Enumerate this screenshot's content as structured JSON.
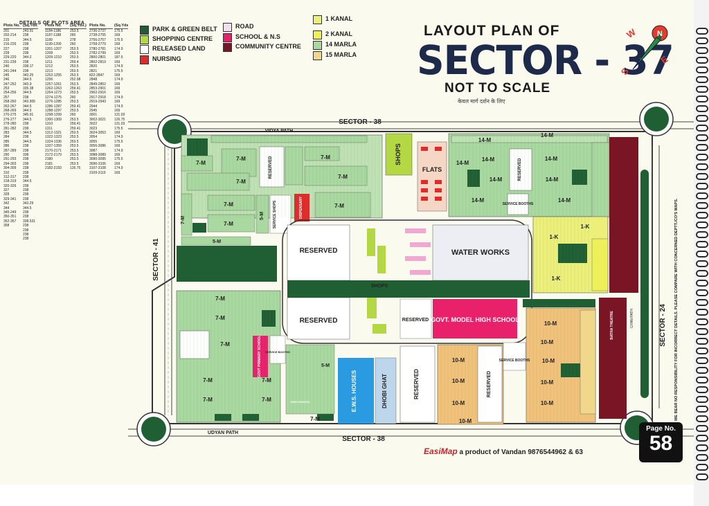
{
  "table": {
    "title": "DETAILS OF PLOTS AREA",
    "col1_header_plot": "Plots No.",
    "col1_header_area": "(Sq.Yds.)",
    "col2_header_plot": "Plots No.",
    "col2_header_area": "(Sq.Yds.)",
    "col1": [
      "201",
      "202-214",
      "215",
      "216-226",
      "227",
      "228",
      "229-220",
      "231-239",
      "240",
      "241-244",
      "245",
      "246",
      "247-252",
      "253",
      "254-256",
      "257",
      "258-260",
      "262-267",
      "268-269",
      "270-275",
      "276-277",
      "278-280",
      "281-282",
      "283",
      "284",
      "285",
      "286",
      "287-289",
      "290",
      "291-293",
      "294-303",
      "304-309",
      "310",
      "312-317",
      "318-319",
      "320-326",
      "327",
      "328",
      "329-341",
      "342",
      "344",
      "345-249",
      "350-351",
      "352-357",
      "358"
    ],
    "col1_area": [
      "243.91",
      "238",
      "344.5",
      "238",
      "238",
      "238",
      "344.2",
      "238",
      "338.17",
      "238",
      "343.25",
      "344.5",
      "343.9",
      "335.38",
      "344.5",
      "238",
      "343.905",
      "344.5",
      "344.5",
      "345.91",
      "344.5",
      "238",
      "238",
      "344.5",
      "238",
      "344.5",
      "238",
      "238",
      "338",
      "238",
      "238",
      "238",
      "238",
      "238",
      "344.5",
      "238",
      "238",
      "238",
      "238",
      "343.29",
      "344.5",
      "238",
      "238",
      "338.531",
      "238",
      "238",
      "238",
      "238"
    ],
    "col2": [
      "1184-1186",
      "1187-1188",
      "1189",
      "1199-1200",
      "1201-1207",
      "1208",
      "1209-1210",
      "1211",
      "1212",
      "1213",
      "1252-1255",
      "1256",
      "1257-1261",
      "1262-1263",
      "1264-1273",
      "1274-1275",
      "1276-1285",
      "1286-1287",
      "1288-1297",
      "1298-1299",
      "1300-1309",
      "1310",
      "1311",
      "1312-1321",
      "1322-1323",
      "1324-1336",
      "1337-1359",
      "2170-2171",
      "2172-2179",
      "2180",
      "2181",
      "2182-2193"
    ],
    "col2_area": [
      "253.5",
      "260",
      "278",
      "260",
      "253.5",
      "253.5",
      "253.5",
      "259.4",
      "253.5",
      "253.5",
      "253.5",
      "252.98",
      "253.5",
      "259.41",
      "253.5",
      "260",
      "253.5",
      "259.41",
      "253.5",
      "260",
      "253.5",
      "259.41",
      "259.41",
      "253.5",
      "253.5",
      "253.5",
      "253.5",
      "253.5",
      "253.5",
      "253.5",
      "253.5",
      "126.75"
    ],
    "col3": [
      "2736-2737",
      "2738-2755",
      "2756-2757",
      "2758-2779",
      "2780-2781",
      "2782-2799",
      "2800-2801",
      "2802-2819",
      "2820",
      "2821",
      "822-2847",
      "2848",
      "2849-2852",
      "2853-2901",
      "2902-2916",
      "2917-2918",
      "2919-2943",
      "2944",
      "2945",
      "3001",
      "3002-3021",
      "3022",
      "3023",
      "3024-3053",
      "3054",
      "3055",
      "3056-3086",
      "3087",
      "3088-3089",
      "3090-3095",
      "3096-3106",
      "3107-3108",
      "3109-3119"
    ],
    "col3_area": [
      "175.5",
      "169",
      "175.5",
      "169",
      "174.9",
      "169",
      "187.5",
      "169",
      "174.9",
      "175.5",
      "169",
      "174.9",
      "169",
      "169",
      "169",
      "174.9",
      "169",
      "174.9",
      "169",
      "131.03",
      "126.75",
      "131.03",
      "175.5",
      "169",
      "174.9",
      "175.5",
      "169",
      "174.9",
      "169",
      "175.5",
      "169",
      "174.9",
      "169"
    ]
  },
  "legend": {
    "items": [
      {
        "label": "PARK & GREEN BELT",
        "color": "#1f5f33"
      },
      {
        "label": "SHOPPING CENTRE",
        "color": "#b4d843"
      },
      {
        "label": "RELEASED LAND",
        "color": "#ffffff"
      },
      {
        "label": "NURSING",
        "color": "#e02b2b"
      },
      {
        "label": "ROAD",
        "color": "#f4dff0"
      },
      {
        "label": "SCHOOL & N.S",
        "color": "#e8216a"
      },
      {
        "label": "COMMUNITY CENTRE",
        "color": "#7a1526"
      },
      {
        "label": "1 KANAL",
        "color": "#ecf07a"
      },
      {
        "label": "2 KANAL",
        "color": "#eef05a"
      },
      {
        "label": "14 MARLA",
        "color": "#a9d8a0"
      },
      {
        "label": "15 MARLA",
        "color": "#f1d78a"
      }
    ]
  },
  "title": {
    "line1": "LAYOUT PLAN OF",
    "line2": "SECTOR - 37",
    "line3": "NOT TO SCALE",
    "line4": "केवल मार्ग दर्शन के लिए"
  },
  "compass": {
    "n": "N",
    "e": "E",
    "s": "S",
    "w": "W"
  },
  "roads": {
    "north": "SECTOR - 38",
    "south": "SECTOR - 38",
    "west": "SECTOR - 41",
    "east": "SECTOR - 24",
    "vidya_path": "VIDYA PATH",
    "udyan_path": "UDYAN PATH",
    "gandhi_path": "GYAN PATH"
  },
  "labels": {
    "reserved": "RESERVED",
    "shops": "SHOPS",
    "flats": "FLATS",
    "water_works": "WATER WORKS",
    "school": "GOVT. MODEL HIGH SCHOOL",
    "dispensary": "DISPENSARY",
    "service_booths": "SERVICE BOOTHS",
    "service_shops": "SERVICE SHOPS",
    "primary_school": "GOVT PRIMARY SCHOOL",
    "high_school": "HIGH SCHOOL",
    "ews": "E.W.S. HOUSES",
    "dhobi": "DHOBI GHAT",
    "batra": "BATRA THEATRE",
    "seven_m": "7-M",
    "five_m": "5-M",
    "fourteen_m": "14-M",
    "ten_m": "10-M",
    "one_k": "1-K"
  },
  "footer": {
    "brand": "EasiMap",
    "text": " a product of Vandan  9876544962 & 63",
    "page_label": "Page No.",
    "page_number": "58"
  },
  "disclaimer": "WE BEAR NO RESPONSIBILITY FOR INCORRECT DETAILS. PLEASE COMPARE WITH CONCERNED DEPTT./CO'S MAPS."
}
